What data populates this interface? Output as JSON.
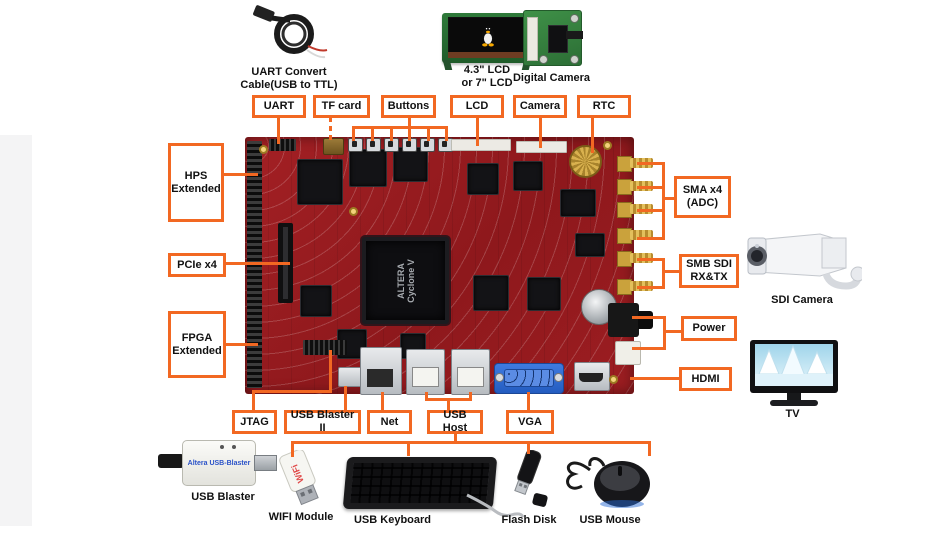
{
  "colors": {
    "accent_orange": "#f26822",
    "board_red": "#9c1d21",
    "label_text": "#111111",
    "side_panel_gray": "#f4f4f5",
    "vga_blue": "#2f6fd6",
    "blaster_text_blue": "#2a52c8"
  },
  "board": {
    "chip_text": "ALTERA\nCyclone V"
  },
  "callouts": {
    "uart": "UART",
    "tf_card": "TF card",
    "buttons": "Buttons",
    "lcd": "LCD",
    "camera": "Camera",
    "rtc": "RTC",
    "hps_extended": "HPS\nExtended",
    "pcie_x4": "PCIe x4",
    "fpga_extended": "FPGA\nExtended",
    "sma_x4_adc": "SMA x4\n(ADC)",
    "smb_sdi": "SMB SDI\nRX&TX",
    "power": "Power",
    "hdmi": "HDMI",
    "jtag": "JTAG",
    "usb_blaster_ii": "USB Blaster II",
    "net": "Net",
    "usb_host": "USB Host",
    "vga": "VGA"
  },
  "peripherals": {
    "uart_cable": {
      "caption": "UART Convert\nCable(USB to TTL)"
    },
    "lcd_module": {
      "caption": "4.3\" LCD\nor 7\" LCD"
    },
    "digital_camera": {
      "caption": "Digital Camera"
    },
    "sdi_camera": {
      "caption": "SDI Camera"
    },
    "tv": {
      "caption": "TV"
    },
    "usb_blaster": {
      "caption": "USB Blaster",
      "device_text": "Altera USB-Blaster"
    },
    "wifi_module": {
      "caption": "WIFI Module",
      "device_text": "WiFi"
    },
    "usb_keyboard": {
      "caption": "USB Keyboard"
    },
    "flash_disk": {
      "caption": "Flash Disk"
    },
    "usb_mouse": {
      "caption": "USB Mouse"
    }
  }
}
